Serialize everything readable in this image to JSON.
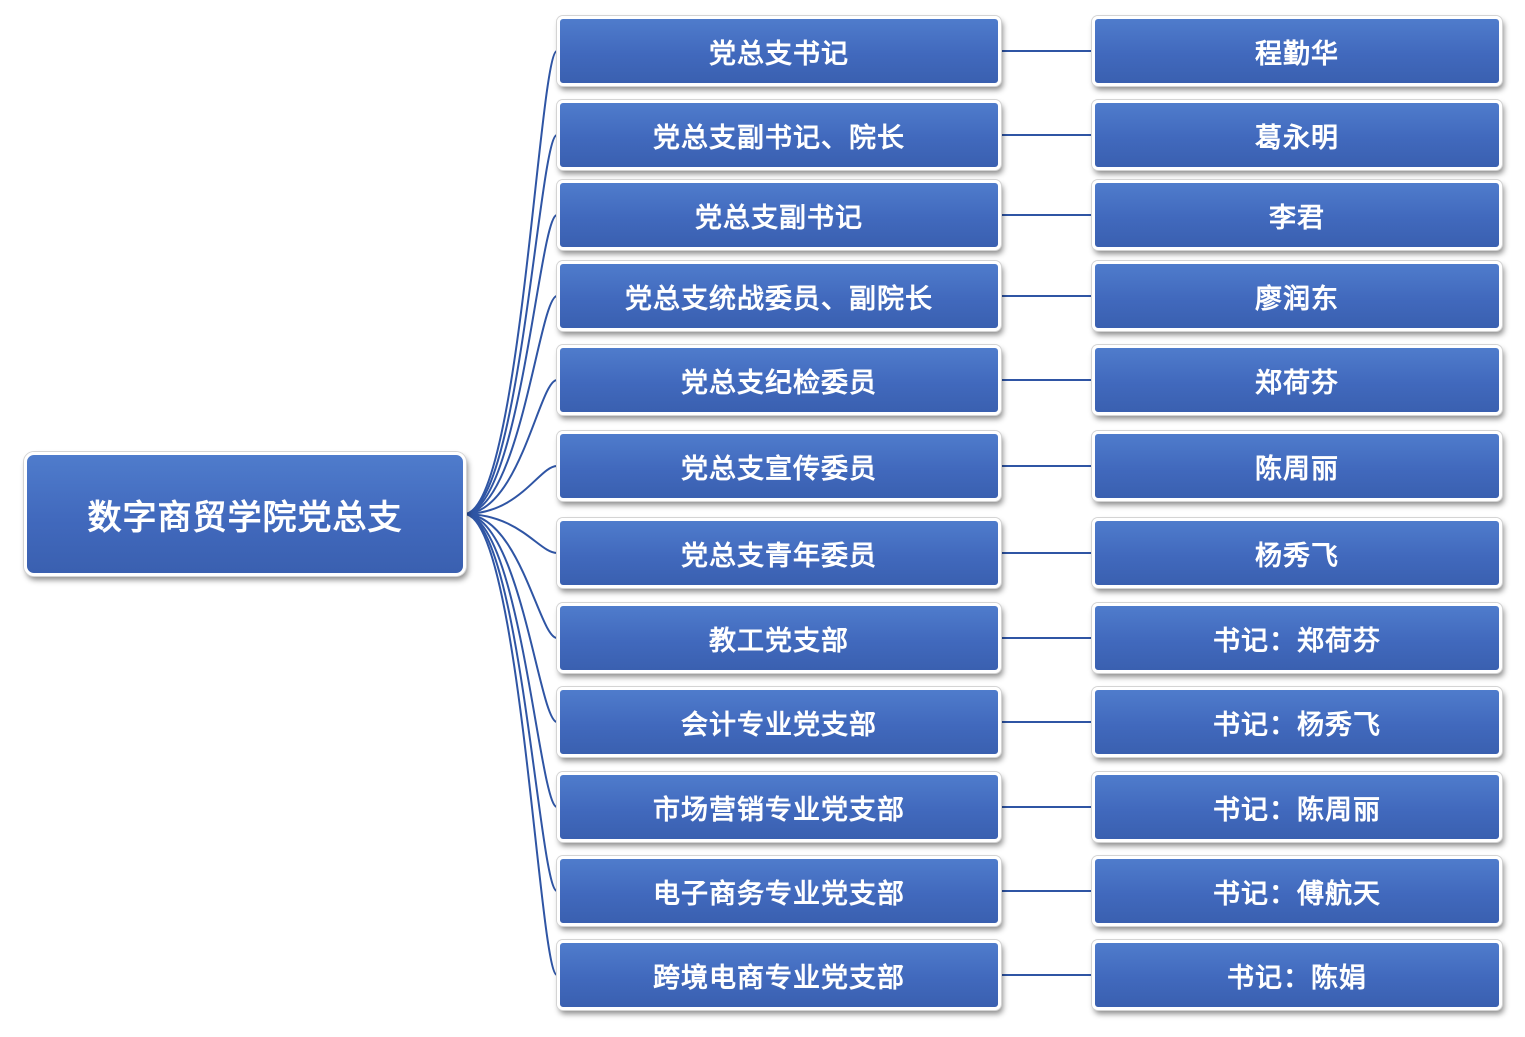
{
  "root": {
    "label": "数字商贸学院党总支"
  },
  "branches": [
    {
      "role": "党总支书记",
      "person": "程勤华"
    },
    {
      "role": "党总支副书记、院长",
      "person": "葛永明"
    },
    {
      "role": "党总支副书记",
      "person": "李君"
    },
    {
      "role": "党总支统战委员、副院长",
      "person": "廖润东"
    },
    {
      "role": "党总支纪检委员",
      "person": "郑荷芬"
    },
    {
      "role": "党总支宣传委员",
      "person": "陈周丽"
    },
    {
      "role": "党总支青年委员",
      "person": "杨秀飞"
    },
    {
      "role": "教工党支部",
      "person": "书记：郑荷芬"
    },
    {
      "role": "会计专业党支部",
      "person": "书记：杨秀飞"
    },
    {
      "role": "市场营销专业党支部",
      "person": "书记：陈周丽"
    },
    {
      "role": "电子商务专业党支部",
      "person": "书记：傅航天"
    },
    {
      "role": "跨境电商专业党支部",
      "person": "书记：陈娟"
    }
  ],
  "colors": {
    "node_fill": "#4169bd",
    "node_border": "#ffffff",
    "connector": "#2f55a4"
  }
}
